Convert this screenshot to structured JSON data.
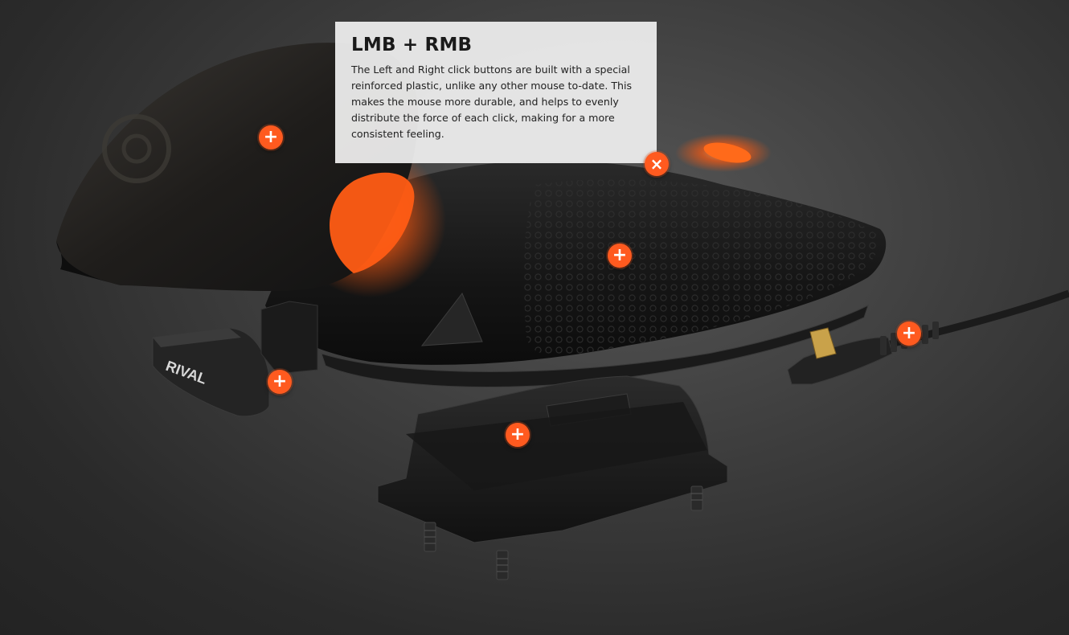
{
  "product": {
    "brand_mark": "RIVAL"
  },
  "tooltip": {
    "title": "LMB + RMB",
    "body": "The Left and Right click buttons are built with a special reinforced plastic, unlike any other mouse to-date. This makes the mouse more durable, and helps to evenly distribute the force of each click, making for a more consistent feeling."
  },
  "hotspots": {
    "shell": "+",
    "close": "×",
    "side_grip": "+",
    "cable": "+",
    "side_module": "+",
    "weight_base": "+"
  },
  "colors": {
    "accent": "#ff5a1f",
    "glow": "#ff6a1a",
    "tooltip_bg": "#efefef"
  }
}
